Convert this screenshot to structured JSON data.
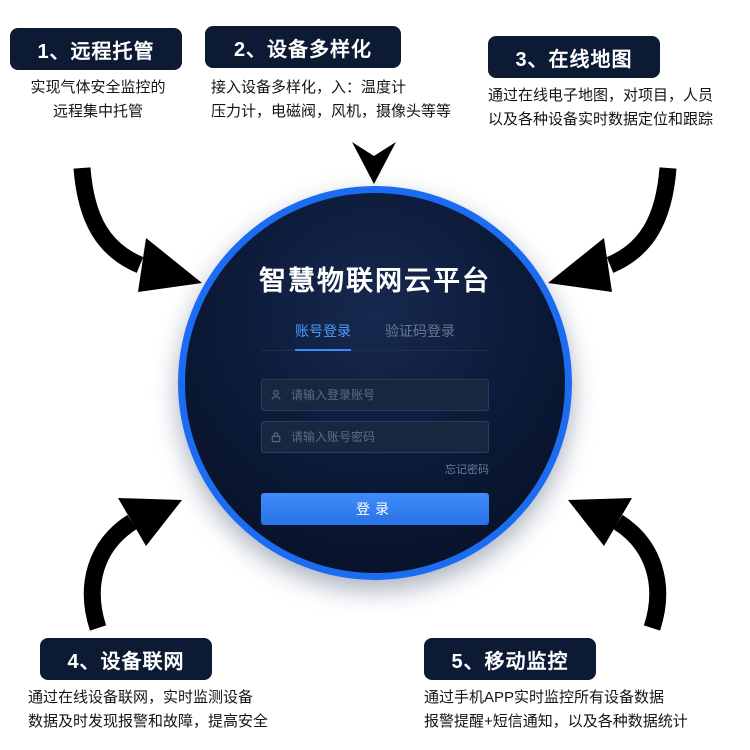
{
  "features": [
    {
      "title": "1、远程托管",
      "desc_lines": [
        "实现气体安全监控的",
        "远程集中托管"
      ]
    },
    {
      "title": "2、设备多样化",
      "desc_lines": [
        "接入设备多样化，入：温度计",
        "压力计，电磁阀，风机，摄像头等等"
      ]
    },
    {
      "title": "3、在线地图",
      "desc_lines": [
        "通过在线电子地图，对项目，人员",
        "以及各种设备实时数据定位和跟踪"
      ]
    },
    {
      "title": "4、设备联网",
      "desc_lines": [
        "通过在线设备联网，实时监测设备",
        "数据及时发现报警和故障，提高安全"
      ]
    },
    {
      "title": "5、移动监控",
      "desc_lines": [
        "通过手机APP实时监控所有设备数据",
        "报警提醒+短信通知，以及各种数据统计"
      ]
    }
  ],
  "platform": {
    "title": "智慧物联网云平台",
    "tabs": [
      {
        "label": "账号登录",
        "active": true
      },
      {
        "label": "验证码登录",
        "active": false
      }
    ],
    "inputs": [
      {
        "placeholder": "请输入登录账号",
        "icon": "user-icon"
      },
      {
        "placeholder": "请输入账号密码",
        "icon": "lock-icon"
      }
    ],
    "forgot_password": "忘记密码",
    "login_button": "登录"
  },
  "colors": {
    "ring_blue": "#1b6cf0",
    "button_blue": "#2f7bf0",
    "tab_active_blue": "#4a9bff",
    "header_box_navy": "#0c1a33",
    "circle_navy": "#0c1a38",
    "arrow_black": "#000000"
  }
}
